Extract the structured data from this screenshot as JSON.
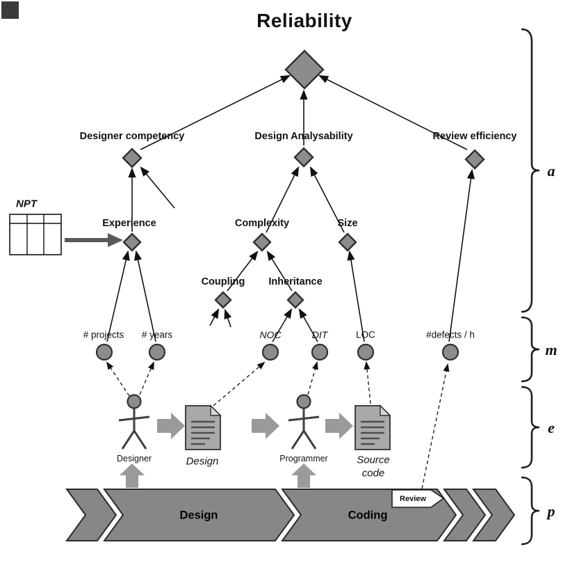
{
  "labels": {
    "title": "Reliability",
    "designer_competency": "Designer competency",
    "design_analysability": "Design Analysability",
    "review_efficiency": "Review efficiency",
    "experience": "Experience",
    "complexity": "Complexity",
    "size": "Size",
    "coupling": "Coupling",
    "inheritance": "Inheritance",
    "projects": "# projects",
    "years": "# years",
    "noc": "NOC",
    "dit": "DIT",
    "loc": "LOC",
    "defects": "#defects / h",
    "designer": "Designer",
    "design_doc": "Design",
    "programmer": "Programmer",
    "source_code": "Source code",
    "process_design": "Design",
    "process_coding": "Coding",
    "review": "Review",
    "npt": "NPT",
    "brace_a": "a",
    "brace_m": "m",
    "brace_e": "e",
    "brace_p": "p"
  },
  "colors": {
    "node_fill": "#8c8c8c",
    "node_stroke": "#2f2f2f",
    "chevron_fill": "#878787",
    "doc_fill": "#a9a9a9",
    "arrow": "#111111"
  }
}
